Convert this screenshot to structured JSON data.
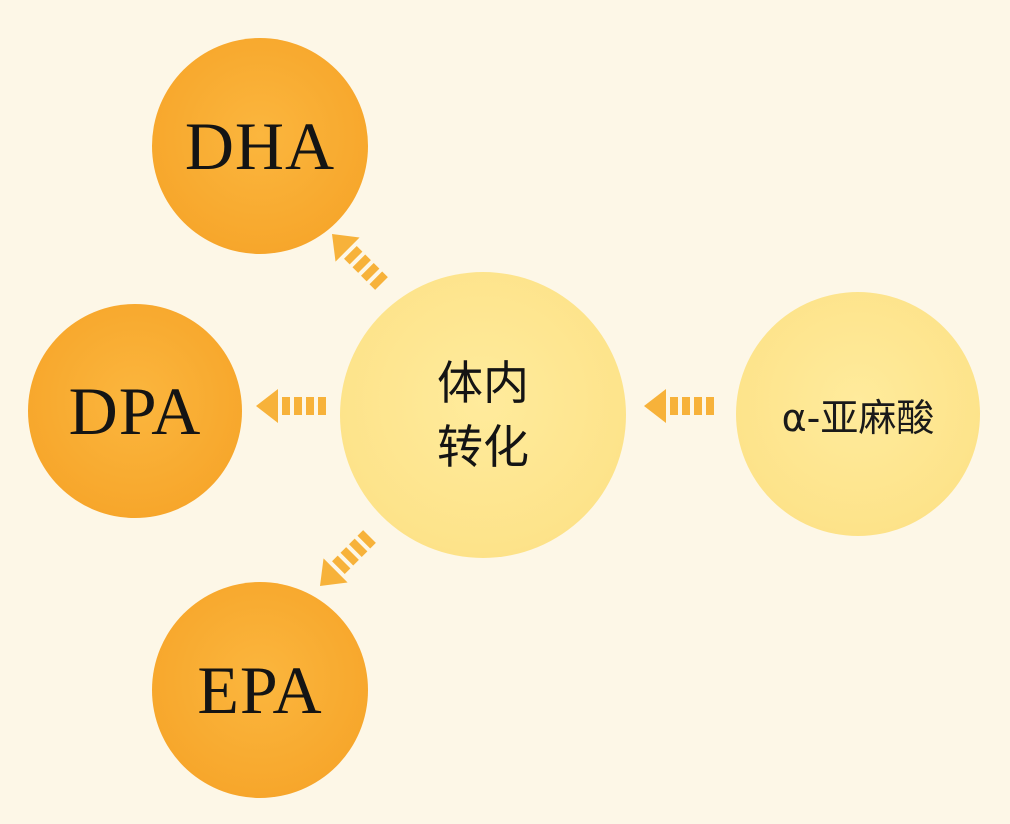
{
  "nodes": {
    "dha": "DHA",
    "dpa": "DPA",
    "epa": "EPA",
    "center_line1": "体内",
    "center_line2": "转化",
    "source": "α-亚麻酸"
  },
  "colors": {
    "background": "#fdf7e7",
    "orange_node": "#f7a72c",
    "pale_node": "#fde38a",
    "arrow": "#f7b23a",
    "text": "#141414"
  }
}
